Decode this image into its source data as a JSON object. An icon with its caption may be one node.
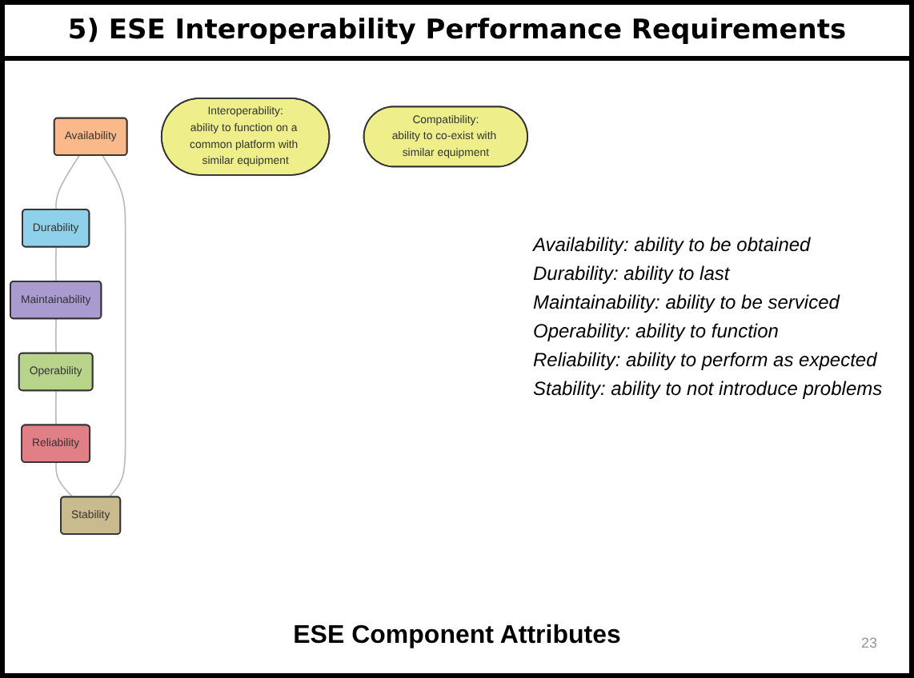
{
  "diagram": {
    "title": "5) ESE Interoperability Performance Requirements",
    "caption": "ESE Component Attributes",
    "nodes": [
      {
        "text": [
          "Availability"
        ]
      },
      {
        "text": [
          "Stability"
        ]
      },
      {
        "text": [
          "Durability"
        ]
      },
      {
        "text": [
          "Reliability"
        ]
      },
      {
        "text": [
          "Maintainability"
        ]
      },
      {
        "text": [
          "Interoperability:",
          "ability to function on a common platform with similar equipment"
        ]
      },
      {
        "text": [
          "Operability"
        ]
      },
      {
        "text": [
          "Compatibility:",
          "ability to co-exist with similar equipment"
        ]
      }
    ],
    "edges": [
      {
        "from": 0,
        "to": 2,
        "arrow": "none"
      },
      {
        "from": 2,
        "to": 4,
        "arrow": "none"
      },
      {
        "from": 4,
        "to": 6,
        "arrow": "none"
      },
      {
        "from": 6,
        "to": 3,
        "arrow": "none"
      },
      {
        "from": 3,
        "to": 1,
        "arrow": "none"
      },
      {
        "from": 1,
        "to": 0,
        "arrow": "none"
      }
    ],
    "labels": [
      "Availability: ability to be obtained",
      "Durability: ability to last",
      "Maintainability: ability to be serviced",
      "Operability: ability to function",
      "Reliability: ability to perform as expected",
      "Stability: ability to not introduce problems",
      "23"
    ]
  }
}
